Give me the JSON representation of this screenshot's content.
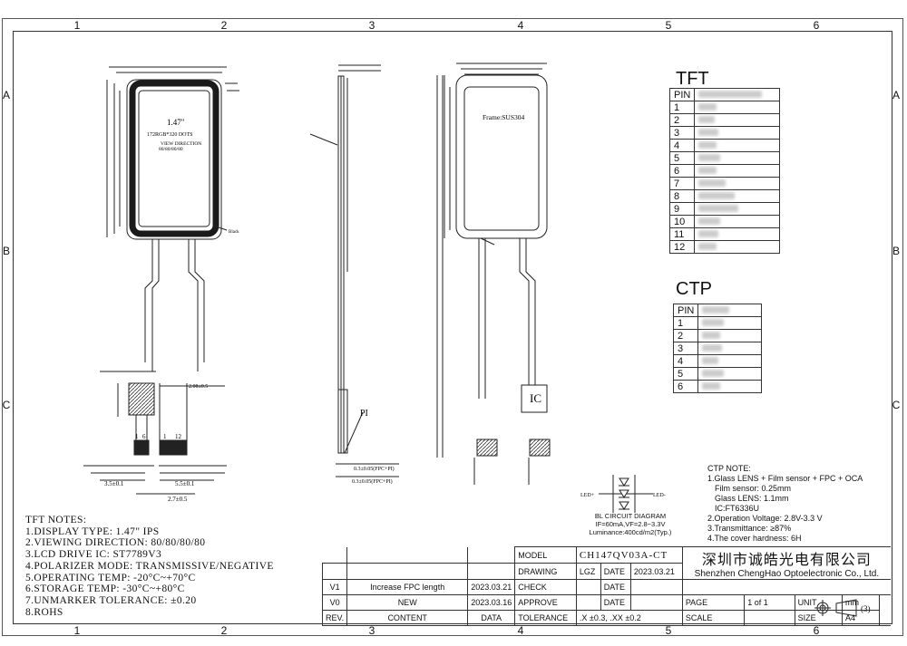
{
  "zones": {
    "cols": [
      "1",
      "2",
      "3",
      "4",
      "5",
      "6"
    ],
    "rows": [
      "A",
      "B",
      "C"
    ]
  },
  "drawing": {
    "display_text": "1.47\"",
    "resolution": "172RGB*320 DOTS",
    "view_dir_label": "VIEW DIRECTION",
    "view_dir": "80/80/80/80",
    "frame_label": "Frame:SUS304",
    "pi_label": "PI",
    "ic_label": "IC",
    "lcd_label": "Black",
    "dim_fpc1": "0.3±0.05(FPC+PI)",
    "dim_fpc2": "0.3±0.05(FPC+PI)",
    "dim_pitch": "2.7±0.5",
    "dim_35": "3.5±0.1",
    "dim_55": "5.5±0.1",
    "dim_208": "2.08±0.5",
    "pin1": "1",
    "pin6": "6",
    "pin1b": "1",
    "pin12": "12"
  },
  "tft_notes": {
    "title": "TFT NOTES:",
    "items": [
      "1.DISPLAY TYPE: 1.47\" IPS",
      "2.VIEWING DIRECTION: 80/80/80/80",
      "3.LCD DRIVE IC: ST7789V3",
      "4.POLARIZER MODE: TRANSMISSIVE/NEGATIVE",
      "5.OPERATING TEMP: -20°C~+70°C",
      "6.STORAGE TEMP: -30°C~+80°C",
      "7.UNMARKER TOLERANCE: ±0.20",
      "8.ROHS"
    ]
  },
  "tft_table": {
    "title": "TFT",
    "header": "PIN",
    "pins": [
      "1",
      "2",
      "3",
      "4",
      "5",
      "6",
      "7",
      "8",
      "9",
      "10",
      "11",
      "12"
    ]
  },
  "ctp_table": {
    "title": "CTP",
    "header": "PIN",
    "pins": [
      "1",
      "2",
      "3",
      "4",
      "5",
      "6"
    ]
  },
  "ctp_notes": {
    "title": "CTP NOTE:",
    "items": [
      "1.Glass LENS + Film sensor + FPC + OCA",
      "  Film sensor: 0.25mm",
      "  Glass LENS: 1.1mm",
      "  IC:FT6336U",
      "2.Operation Voltage: 2.8V-3.3 V",
      "3.Transmittance: ≥87%",
      "4.The cover hardness: 6H"
    ]
  },
  "bl": {
    "title": "BL CIRCUIT DIAGRAM",
    "line1": "IF=60mA,VF=2.8~3.3V",
    "line2": "Luminance:400cd/m2(Typ.)",
    "led_plus": "LED+",
    "led_minus": "LED-"
  },
  "title_block": {
    "model_label": "MODEL",
    "model": "CH147QV03A-CT",
    "drawing_label": "DRAWING",
    "drawing": "LGZ",
    "date_label": "DATE",
    "date1": "2023.03.21",
    "check_label": "CHECK",
    "approve_label": "APPROVE",
    "company_cn": "深圳市诚皓光电有限公司",
    "company_en": "Shenzhen ChengHao Optoelectronic Co., Ltd.",
    "revs": [
      {
        "rev": "V1",
        "content": "Increase FPC length",
        "date": "2023.03.21"
      },
      {
        "rev": "V0",
        "content": "NEW",
        "date": "2023.03.16"
      }
    ],
    "rev_label": "REV.",
    "content_label": "CONTENT",
    "data_label": "DATA",
    "tolerance_label": "TOLERANCE",
    "tolerance": ".X ±0.3, .XX ±0.2",
    "scale_label": "SCALE",
    "page_label": "PAGE",
    "page": "1 of 1",
    "unit_label": "UNIT",
    "unit": "mm",
    "size_label": "SIZE",
    "size": "A4",
    "proj": "(3)"
  }
}
